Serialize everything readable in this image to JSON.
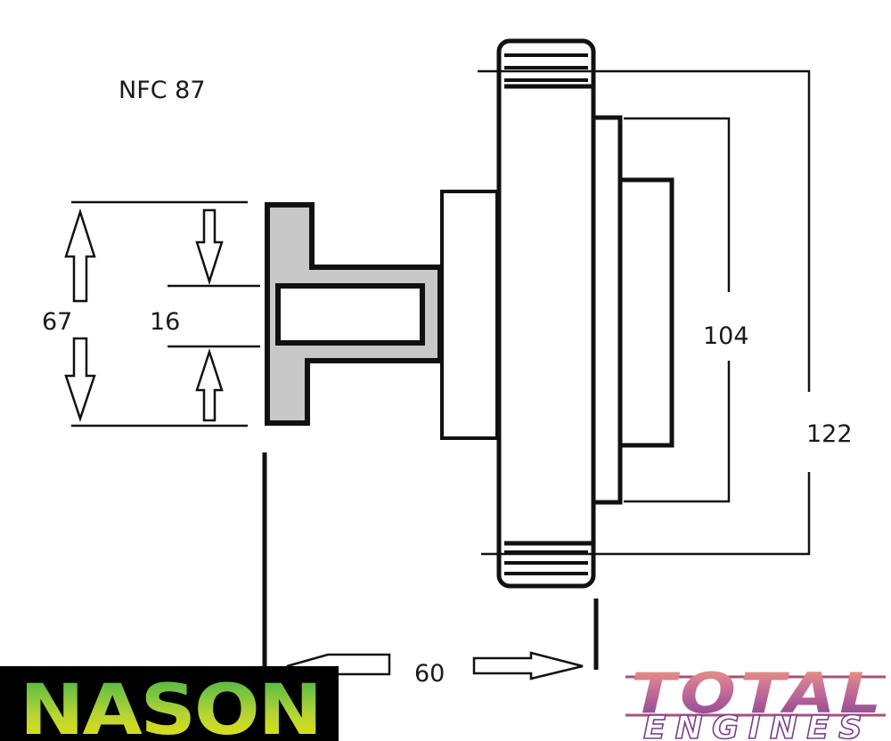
{
  "title": "NFC 87",
  "dimensions": {
    "overall_hub_height": "67",
    "bore": "16",
    "inner_flange": "104",
    "outer_diameter": "122",
    "depth": "60"
  },
  "logos": {
    "nason": "NASON",
    "total": "TOTAL",
    "engines": "ENGINES"
  },
  "colors": {
    "line": "#111111",
    "hub_fill": "#c8c8c8",
    "nason_bg": "#000000",
    "nason_text": "#9acd32",
    "total_text": "#a8507a"
  }
}
